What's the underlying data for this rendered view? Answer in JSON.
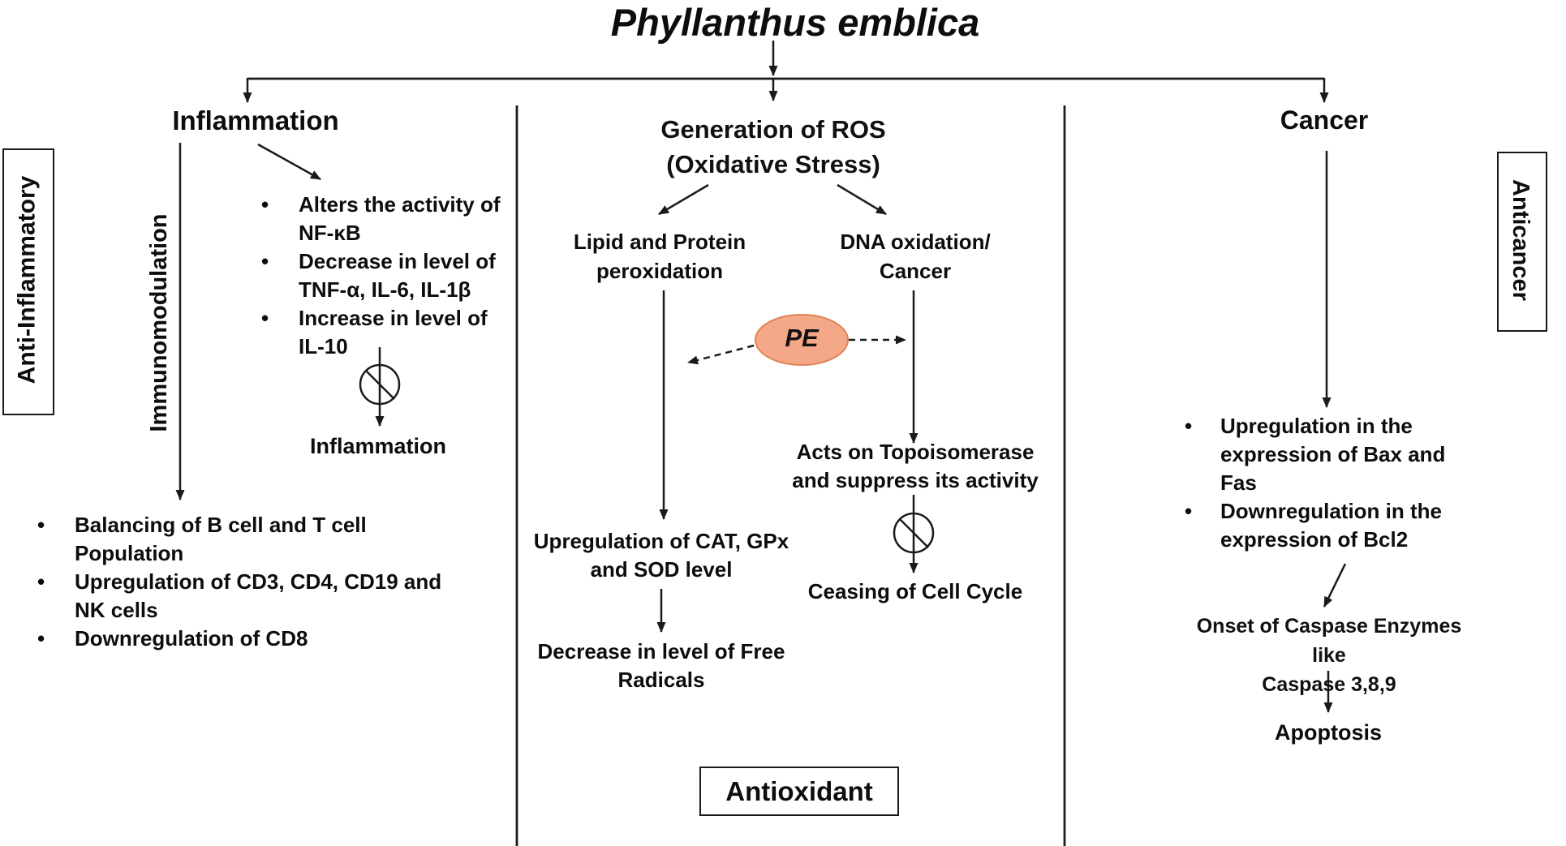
{
  "title": "Phyllanthus emblica",
  "glyphs": {
    "bullet": "•"
  },
  "colors": {
    "pe_fill": "#F5A888",
    "pe_stroke": "#DF8354",
    "line": "#1a1a1a"
  },
  "left_column": {
    "heading": "Inflammation",
    "side_label": "Anti-Inflammatory",
    "axis_label": "Immunomodulation",
    "nfkb_bullets": [
      "Alters the activity of NF-κB",
      "Decrease in level of TNF-α, IL-6, IL-1β",
      "Increase in level of IL-10"
    ],
    "inhibited_outcome": "Inflammation",
    "immune_bullets": [
      "Balancing of B cell and T cell Population",
      "Upregulation of CD3, CD4, CD19 and NK cells",
      "Downregulation of CD8"
    ]
  },
  "center_column": {
    "heading_line1": "Generation of ROS",
    "heading_line2": "(Oxidative Stress)",
    "lipid_line1": "Lipid and Protein",
    "lipid_line2": "peroxidation",
    "dna_line1": "DNA oxidation/",
    "dna_line2": "Cancer",
    "pe_label": "PE",
    "topo_line1": "Acts on Topoisomerase",
    "topo_line2": "and suppress its activity",
    "ceasing_label": "Ceasing of Cell Cycle",
    "cat_line1": "Upregulation of CAT, GPx",
    "cat_line2": "and SOD level",
    "decrease_line1": "Decrease in level of Free",
    "decrease_line2": "Radicals",
    "box_label": "Antioxidant"
  },
  "right_column": {
    "heading": "Cancer",
    "side_label": "Anticancer",
    "bullets": [
      "Upregulation in the expression of Bax and Fas",
      "Downregulation in the expression of Bcl2"
    ],
    "onset_line1": "Onset of Caspase Enzymes like",
    "onset_line2": "Caspase 3,8,9",
    "apoptosis_label": "Apoptosis"
  }
}
